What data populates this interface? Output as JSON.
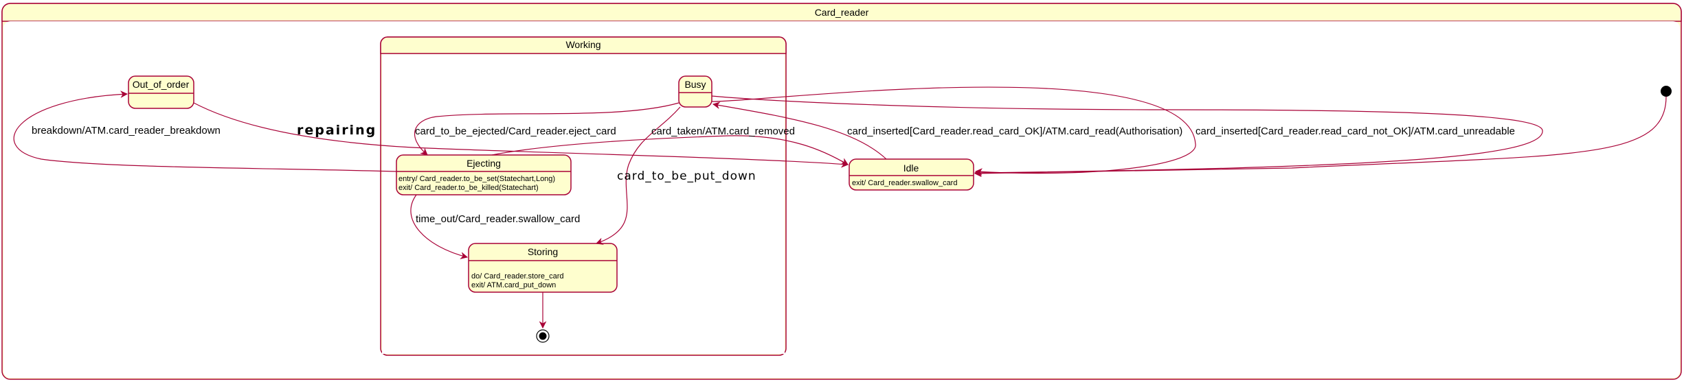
{
  "diagram": {
    "outer_state": "Card_reader",
    "composite_state": "Working",
    "states": {
      "out_of_order": {
        "name": "Out_of_order"
      },
      "busy": {
        "name": "Busy"
      },
      "ejecting": {
        "name": "Ejecting",
        "actions": [
          "entry/ Card_reader.to_be_set(Statechart,Long)",
          "exit/ Card_reader.to_be_killed(Statechart)"
        ]
      },
      "storing": {
        "name": "Storing",
        "actions": [
          "do/ Card_reader.store_card",
          "exit/ ATM.card_put_down"
        ]
      },
      "idle": {
        "name": "Idle",
        "actions": [
          "exit/ Card_reader.swallow_card"
        ]
      }
    },
    "transitions": {
      "breakdown": "breakdown/ATM.card_reader_breakdown",
      "repairing": "repairing",
      "to_be_ejected": "card_to_be_ejected/Card_reader.eject_card",
      "card_taken": "card_taken/ATM.card_removed",
      "to_be_put_down": "card_to_be_put_down",
      "time_out": "time_out/Card_reader.swallow_card",
      "inserted_ok": "card_inserted[Card_reader.read_card_OK]/ATM.card_read(Authorisation)",
      "inserted_not_ok": "card_inserted[Card_reader.read_card_not_OK]/ATM.card_unreadable"
    },
    "colors": {
      "state_fill": "#fefece",
      "border": "#a80036",
      "text": "#000000"
    }
  }
}
